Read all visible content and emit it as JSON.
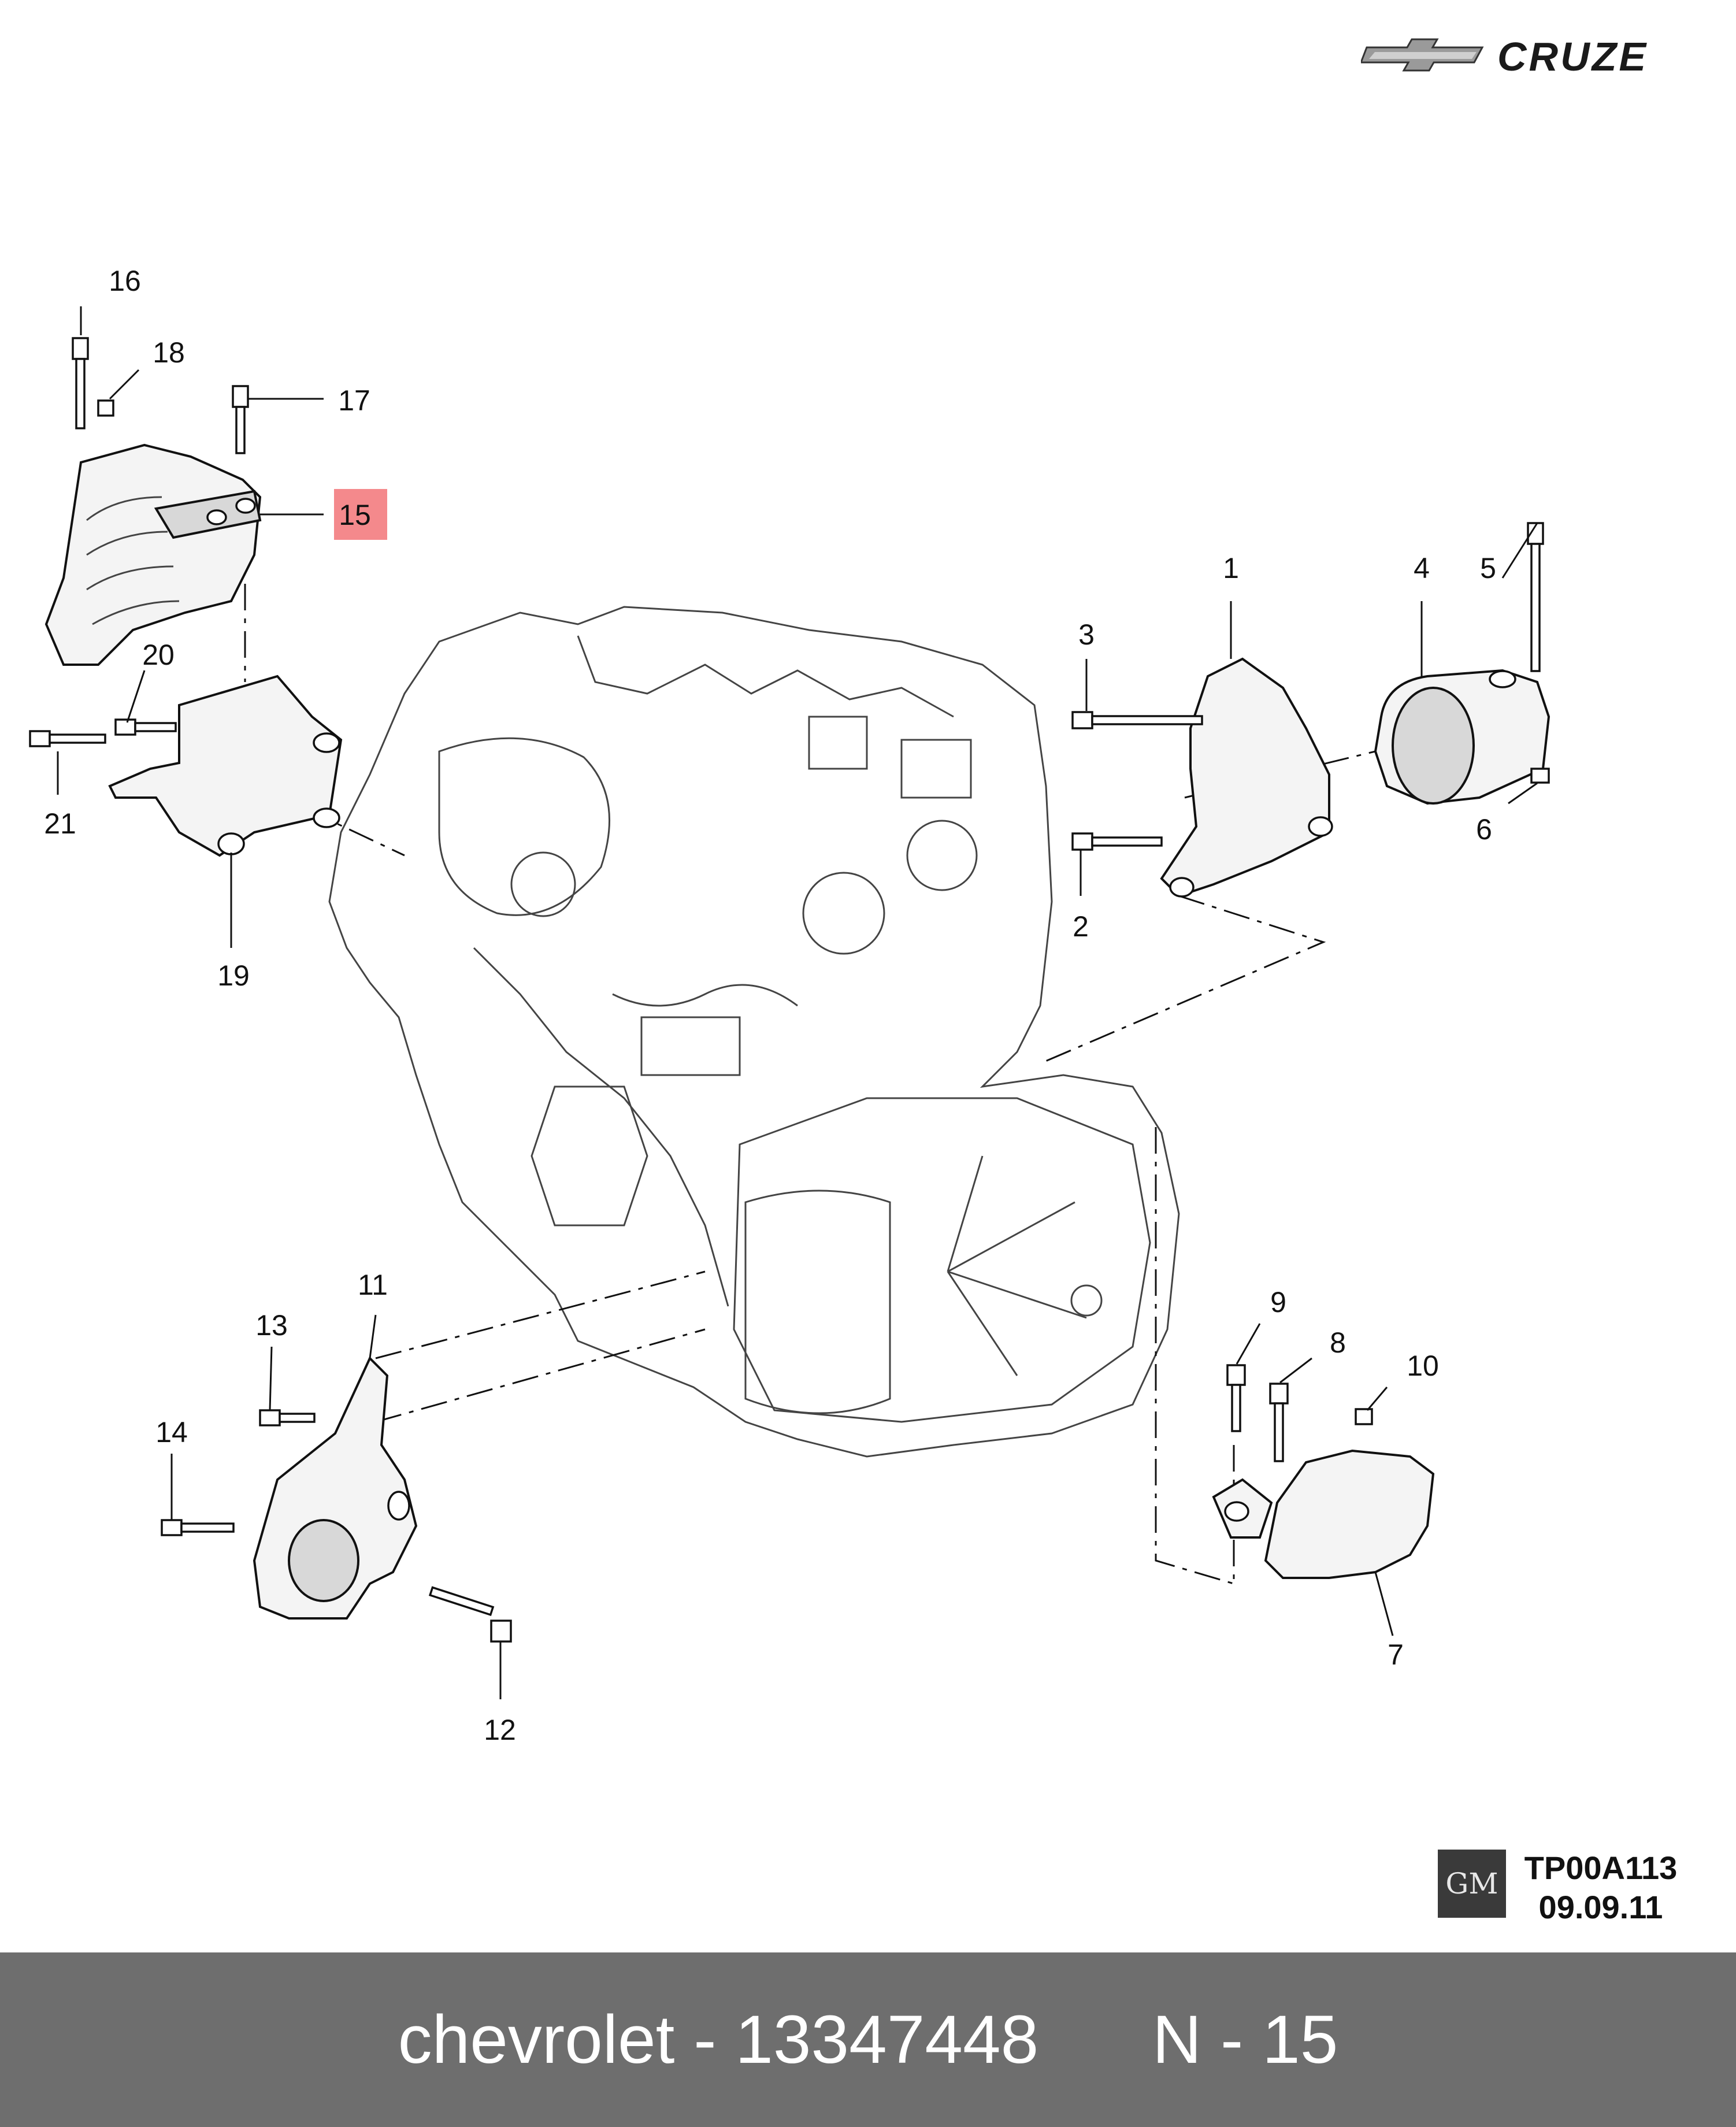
{
  "brand": {
    "model": "CRUZE",
    "logo": "chevrolet-bowtie-icon"
  },
  "callouts": [
    "1",
    "2",
    "3",
    "4",
    "5",
    "6",
    "7",
    "8",
    "9",
    "10",
    "11",
    "12",
    "13",
    "14",
    "15",
    "16",
    "17",
    "18",
    "19",
    "20",
    "21"
  ],
  "highlighted_callout": "15",
  "highlight_color": "#f4898c",
  "reference": {
    "code": "TP00A113",
    "date": "09.09.11",
    "logo": "GM"
  },
  "footer": {
    "brand": "chevrolet",
    "part_number": "13347448",
    "ref": "N - 15",
    "background": "#6e6e6e"
  }
}
